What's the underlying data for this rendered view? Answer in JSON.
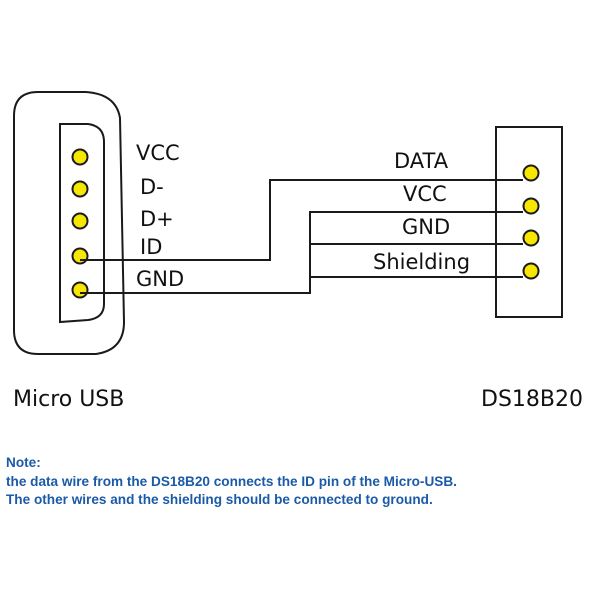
{
  "micro_usb": {
    "name": "Micro USB",
    "pins": [
      "VCC",
      "D-",
      "D+",
      "ID",
      "GND"
    ]
  },
  "ds18b20": {
    "name": "DS18B20",
    "pins": [
      "DATA",
      "VCC",
      "GND",
      "Shielding"
    ]
  },
  "note": {
    "title": "Note:",
    "line1": "the data wire from the DS18B20 connects the ID pin of the Micro-USB.",
    "line2": "The other wires and the shielding should be connected to ground."
  },
  "colors": {
    "note_text": "#1a5aa8",
    "pin_fill": "#f7e600",
    "outline": "#1a1a1a"
  }
}
